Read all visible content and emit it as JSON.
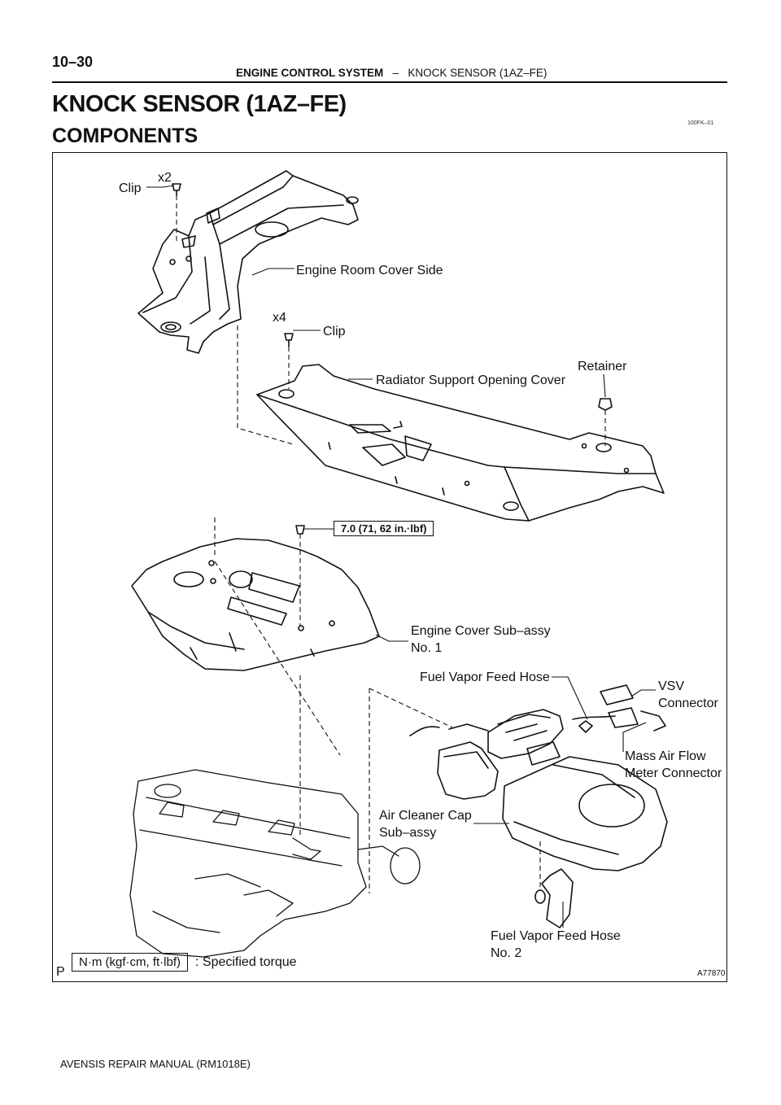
{
  "header": {
    "page_number": "10–30",
    "section": "ENGINE CONTROL SYSTEM",
    "separator": "–",
    "subsection": "KNOCK SENSOR (1AZ–FE)"
  },
  "title": "KNOCK SENSOR (1AZ–FE)",
  "subtitle": "COMPONENTS",
  "doc_code": "100FK–01",
  "diagram": {
    "labels": {
      "clip_top": "Clip",
      "clip_top_qty": "x2",
      "engine_room_cover_side": "Engine Room Cover Side",
      "clip_mid_qty": "x4",
      "clip_mid": "Clip",
      "retainer": "Retainer",
      "radiator_support_cover": "Radiator Support Opening Cover",
      "torque_spec": "7.0 (71, 62 in.·lbf)",
      "engine_cover_line1": "Engine Cover Sub–assy",
      "engine_cover_line2": "No. 1",
      "fuel_vapor_feed_hose": "Fuel Vapor Feed Hose",
      "vsv_line1": "VSV",
      "vsv_line2": "Connector",
      "maf_line1": "Mass Air Flow",
      "maf_line2": "Meter Connector",
      "air_cleaner_line1": "Air Cleaner Cap",
      "air_cleaner_line2": "Sub–assy",
      "fuel_vapor_no2_line1": "Fuel Vapor Feed Hose",
      "fuel_vapor_no2_line2": "No. 2"
    },
    "legend_unit": "N·m (kgf·cm, ft·lbf)",
    "legend_text": ": Specified torque",
    "figure_ref": "A77870",
    "corner_mark": "P"
  },
  "footer": "AVENSIS REPAIR MANUAL   (RM1018E)"
}
